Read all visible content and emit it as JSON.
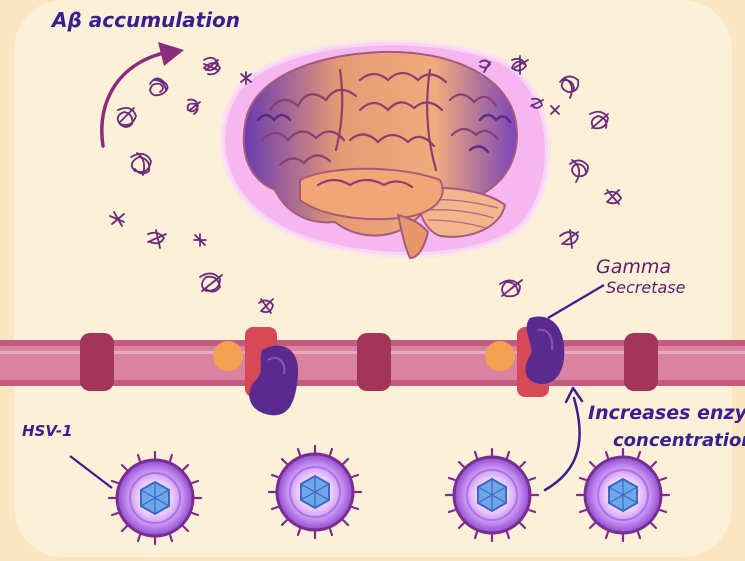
{
  "labels": {
    "ab_accumulation": "Aβ accumulation",
    "gamma": "Gamma",
    "secretase": "Secretase",
    "hsv": "HSV-1",
    "increases_line1": "Increases enzyme",
    "increases_line2": "concentration"
  },
  "colors": {
    "background": "#fbe6c4",
    "panel": "#fdf0d8",
    "brain_glow": "#f6b7f0",
    "membrane": "#d983a0",
    "membrane_dark": "#c25a82",
    "protein": "#a1355a",
    "enzyme": "#5b2a8f",
    "ink": "#3a1f8f",
    "plaque": "#6b2a7a",
    "virus_purple": "#9d5bd8",
    "virus_blue": "#6fa8e8"
  },
  "icons": {
    "brain": "brain-icon",
    "plaque": "amyloid-plaque-icon",
    "virus": "virus-icon",
    "arrow": "arrow-icon"
  }
}
